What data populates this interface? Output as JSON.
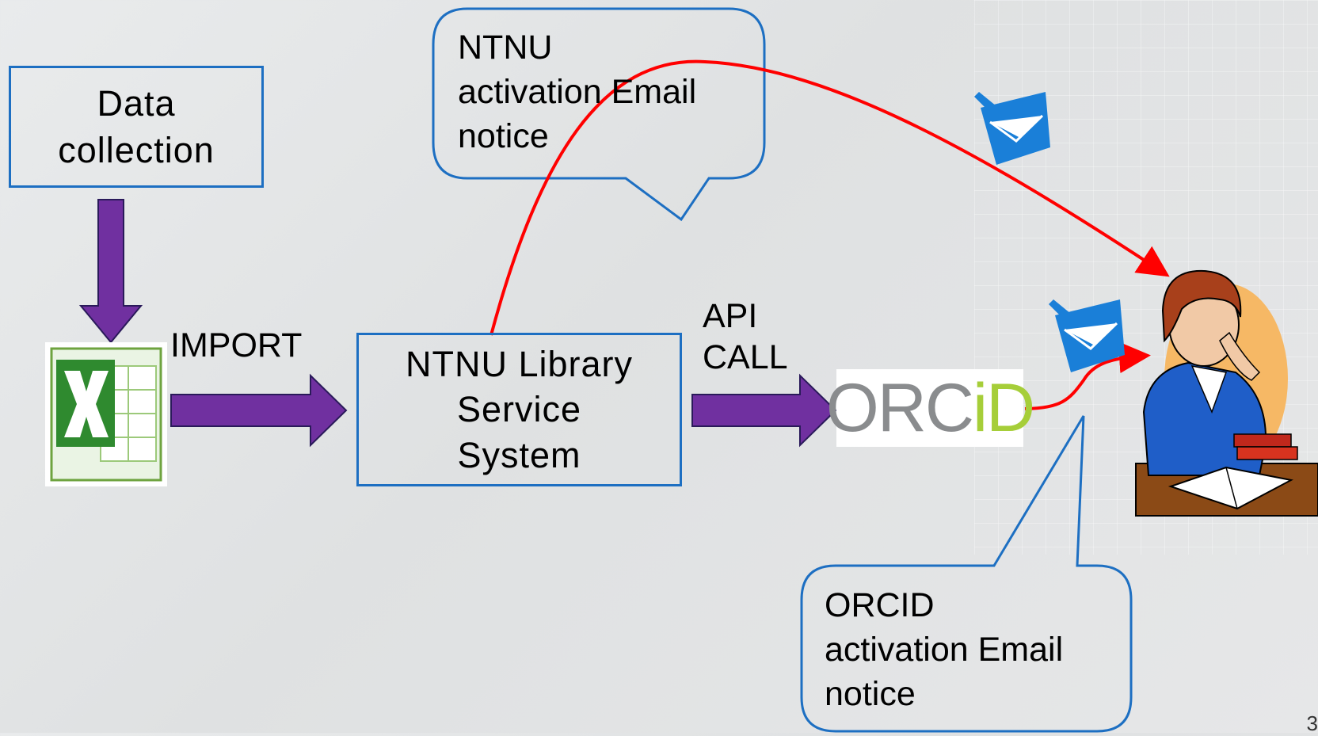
{
  "nodes": {
    "data_collection": "Data\ncollection",
    "library_system": "NTNU Library\nService\nSystem"
  },
  "labels": {
    "import": "IMPORT",
    "api_call": "API\nCALL"
  },
  "callouts": {
    "ntnu_notice": "NTNU\nactivation Email\nnotice",
    "orcid_notice": "ORCID\nactivation Email\nnotice"
  },
  "logo": {
    "orcid_grey": "ORC",
    "orcid_green": "iD"
  },
  "icons": [
    "excel-icon",
    "email-icon",
    "email-icon",
    "researcher-clipart"
  ],
  "colors": {
    "box_border": "#1d6fc2",
    "arrow_fill": "#7030a0",
    "email_path": "#ff0000",
    "orcid_green": "#a6ce39"
  },
  "page_number": "3"
}
